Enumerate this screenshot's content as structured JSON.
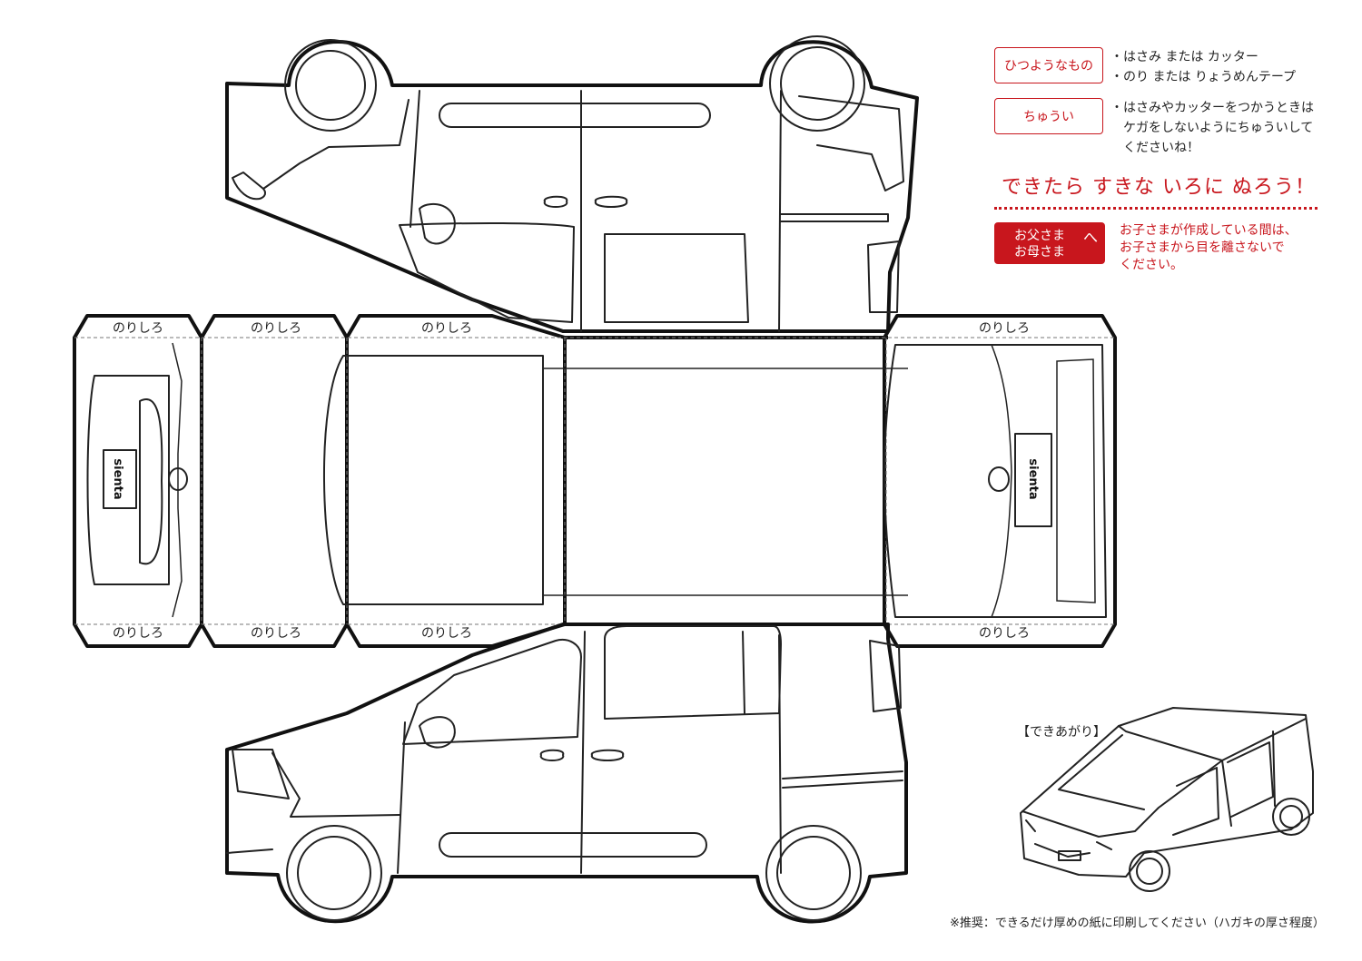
{
  "template": {
    "glue_tab_label": "のりしろ",
    "car_logo": "sienta"
  },
  "info": {
    "needed": {
      "label": "ひつようなもの",
      "items": [
        "・はさみ または カッター",
        "・のり または りょうめんテープ"
      ]
    },
    "caution": {
      "label": "ちゅうい",
      "lines": [
        "・はさみやカッターをつかうときは",
        "　ケガをしないようにちゅういして",
        "　くださいね！"
      ]
    },
    "headline": "できたら すきな いろに ぬろう！",
    "parents": {
      "label_line1": "お父さま",
      "label_line2": "お母さま",
      "arrow": "へ",
      "lines": [
        "お子さまが作成している間は、",
        "お子さまから目を離さないで",
        "ください。"
      ]
    }
  },
  "finished_label": "【できあがり】",
  "footnote": "※推奨：できるだけ厚めの紙に印刷してください（ハガキの厚さ程度）",
  "colors": {
    "accent": "#c8161d",
    "line": "#222222"
  }
}
